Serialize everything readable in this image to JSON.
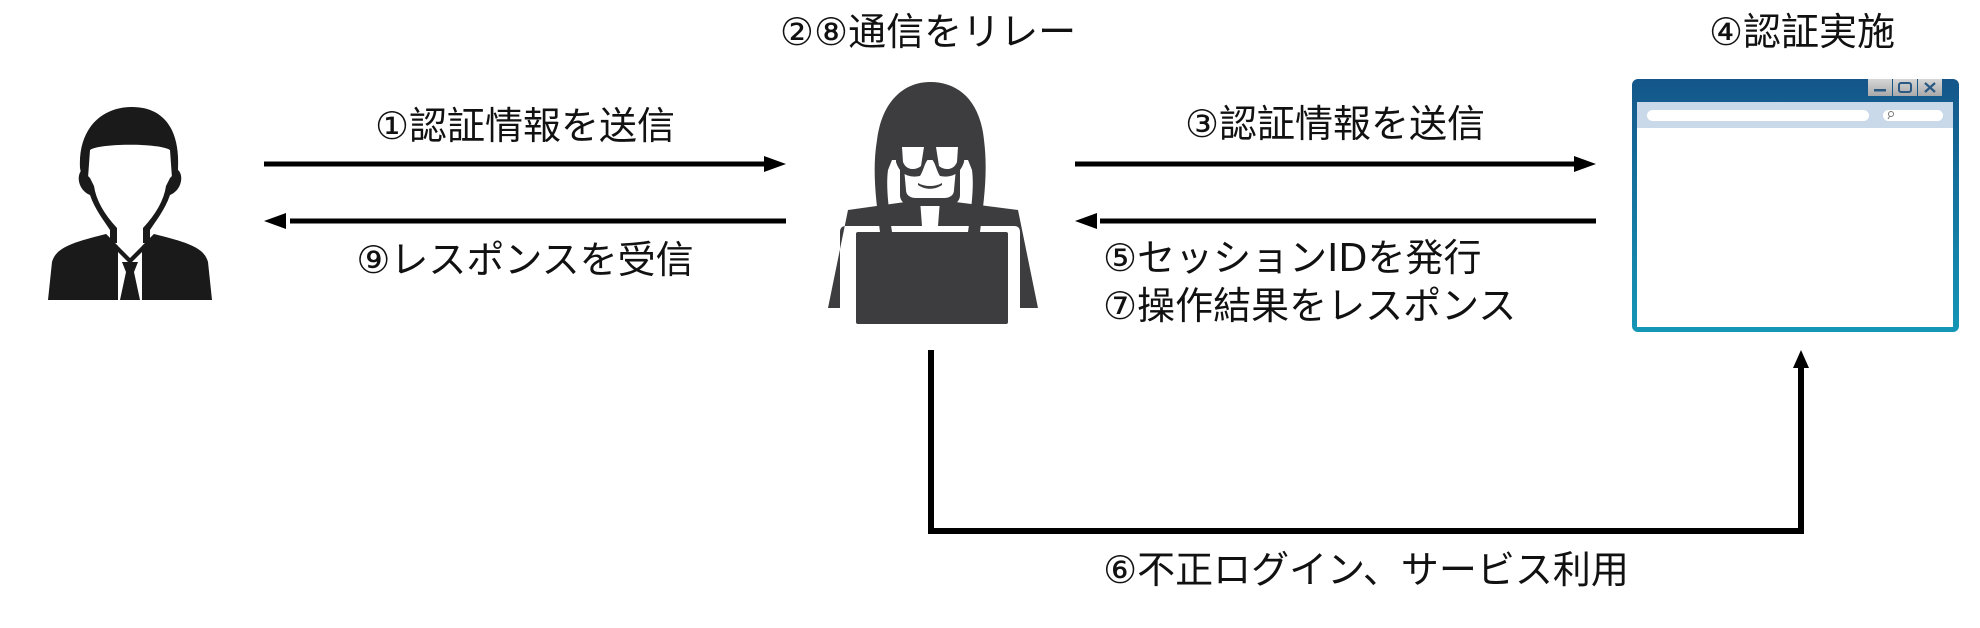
{
  "diagram": {
    "title": "セッションハイジャック（中間者攻撃）の流れ",
    "actors": {
      "user": {
        "name": "user",
        "icon": "businessman-icon"
      },
      "attacker": {
        "name": "attacker",
        "icon": "hacker-with-laptop-icon",
        "caption": "②⑧通信をリレー"
      },
      "server": {
        "name": "web-service",
        "icon": "browser-window-icon",
        "caption": "④認証実施"
      }
    },
    "steps": {
      "step1": "①認証情報を送信",
      "step9": "⑨レスポンスを受信",
      "step3": "③認証情報を送信",
      "step5": "⑤セッションIDを発行",
      "step7": "⑦操作結果をレスポンス",
      "step6": "⑥不正ログイン、サービス利用"
    },
    "browser_window": {
      "controls": [
        "minimize",
        "maximize",
        "close"
      ],
      "search_glyph": "⚲"
    },
    "colors": {
      "arrow": "#000000",
      "user_fill": "#1a1a1a",
      "attacker_fill": "#3d3d3f",
      "browser_top": "#14568a",
      "browser_bottom": "#1494b4",
      "browser_toolbar": "#c9d9ea"
    }
  }
}
